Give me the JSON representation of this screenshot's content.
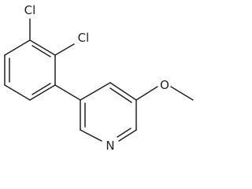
{
  "molecule": {
    "atoms": {
      "cl_top": "Cl",
      "cl_right": "Cl",
      "n_pyridine": "N",
      "o_methoxy": "O"
    },
    "colors": {
      "bond": "#222222",
      "text": "#222222",
      "background": "#ffffff"
    }
  }
}
